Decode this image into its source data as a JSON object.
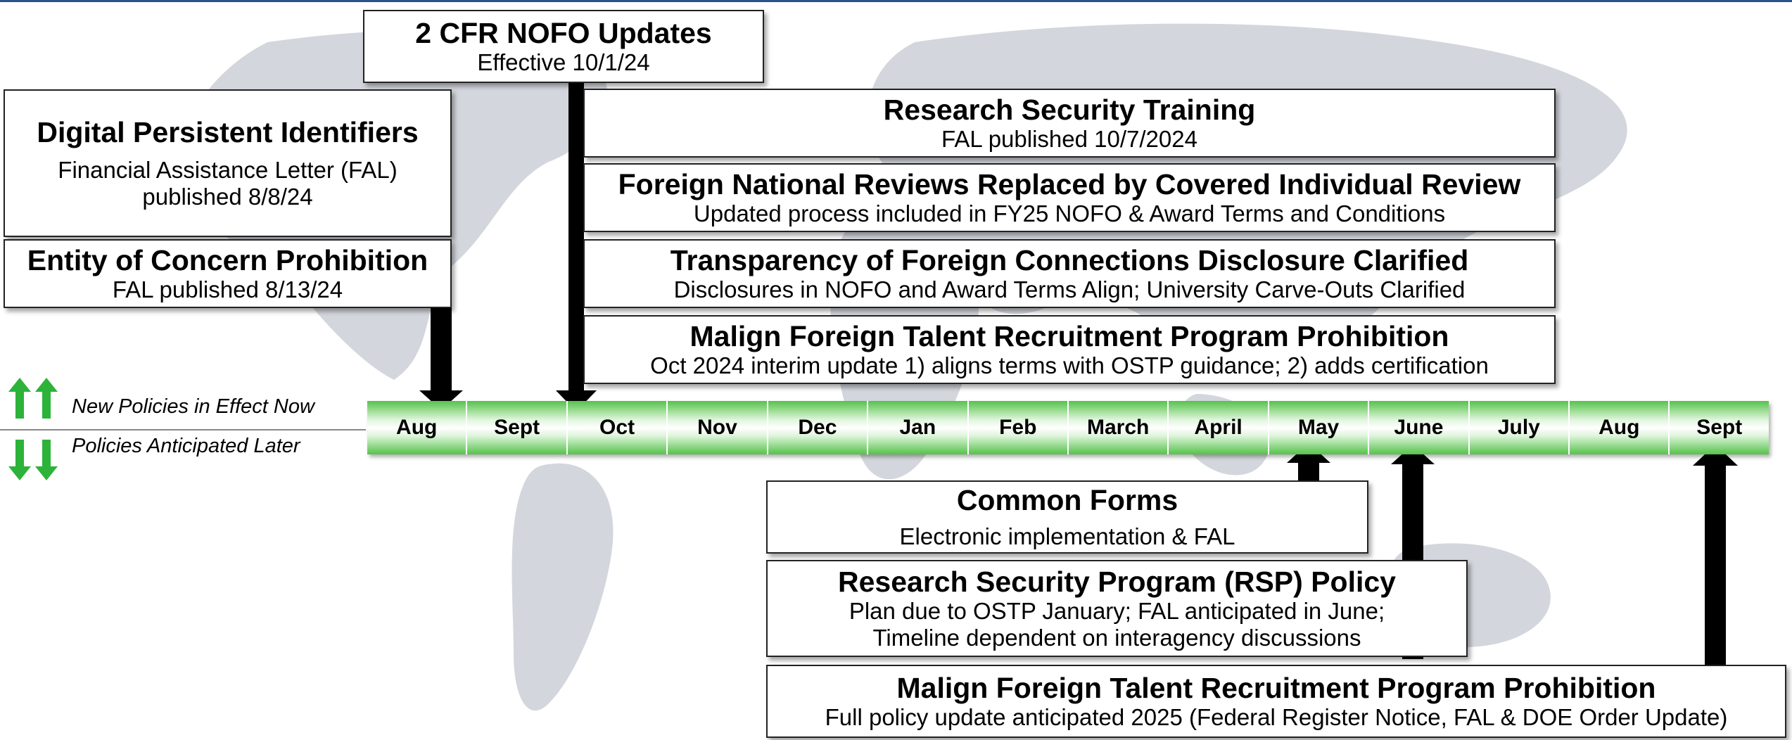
{
  "legend": {
    "new_label": "New Policies in Effect Now",
    "later_label": "Policies Anticipated Later",
    "arrow_color": "#2db33a"
  },
  "timeline": {
    "months": [
      "Aug",
      "Sept",
      "Oct",
      "Nov",
      "Dec",
      "Jan",
      "Feb",
      "March",
      "April",
      "May",
      "June",
      "July",
      "Aug",
      "Sept"
    ],
    "bar_color": "#55c24a"
  },
  "boxes": {
    "nofo": {
      "title": "2 CFR NOFO Updates",
      "sub": "Effective 10/1/24"
    },
    "dpi": {
      "title": "Digital Persistent Identifiers",
      "sub1": "Financial Assistance Letter (FAL)",
      "sub2": "published 8/8/24"
    },
    "eoc": {
      "title": "Entity of Concern Prohibition",
      "sub": "FAL published 8/13/24"
    },
    "rst": {
      "title": "Research Security Training",
      "sub": "FAL published 10/7/2024"
    },
    "fnr": {
      "title": "Foreign National Reviews Replaced by Covered Individual Review",
      "sub": "Updated process included in FY25 NOFO & Award Terms and Conditions"
    },
    "tfc": {
      "title": "Transparency of Foreign Connections Disclosure Clarified",
      "sub": "Disclosures in NOFO and Award Terms Align; University Carve-Outs Clarified"
    },
    "mftr_now": {
      "title": "Malign Foreign Talent Recruitment Program Prohibition",
      "sub": "Oct 2024 interim update 1) aligns terms with OSTP guidance; 2) adds certification"
    },
    "cf": {
      "title": "Common Forms",
      "sub": "Electronic implementation & FAL"
    },
    "rsp": {
      "title": "Research Security Program (RSP) Policy",
      "sub1": "Plan due to OSTP January; FAL anticipated in June;",
      "sub2": "Timeline dependent on interagency discussions"
    },
    "mftr_later": {
      "title": "Malign Foreign Talent Recruitment Program Prohibition",
      "sub": "Full policy update anticipated 2025 (Federal Register Notice, FAL & DOE Order Update)"
    }
  }
}
